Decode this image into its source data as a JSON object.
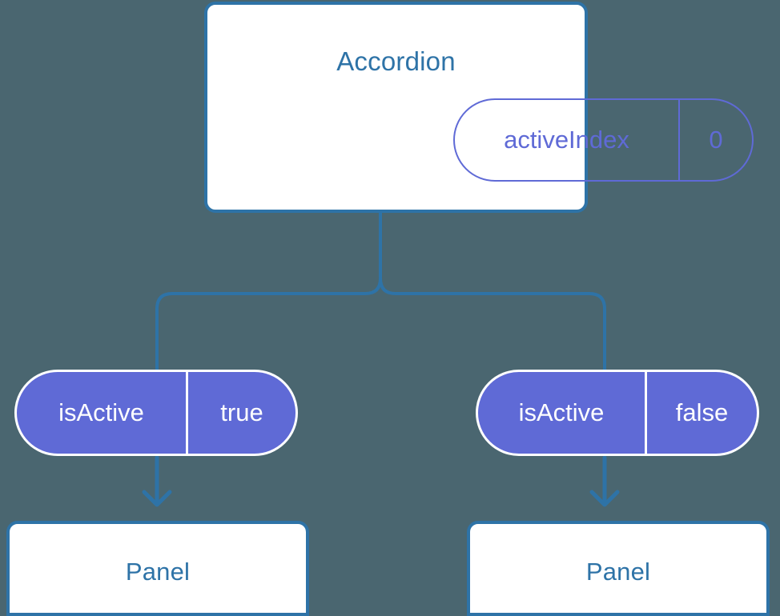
{
  "diagram": {
    "type": "component-tree",
    "background_color": "#4a6670",
    "accent_blue": "#2e73a7",
    "accent_purple": "#5f6ad6",
    "card_background": "#ffffff",
    "root": {
      "title": "Accordion",
      "prop": {
        "key": "activeIndex",
        "value": "0",
        "style": "outlined"
      }
    },
    "branches": [
      {
        "prop": {
          "key": "isActive",
          "value": "true",
          "style": "filled"
        },
        "child": {
          "title": "Panel"
        }
      },
      {
        "prop": {
          "key": "isActive",
          "value": "false",
          "style": "filled"
        },
        "child": {
          "title": "Panel"
        }
      }
    ]
  }
}
